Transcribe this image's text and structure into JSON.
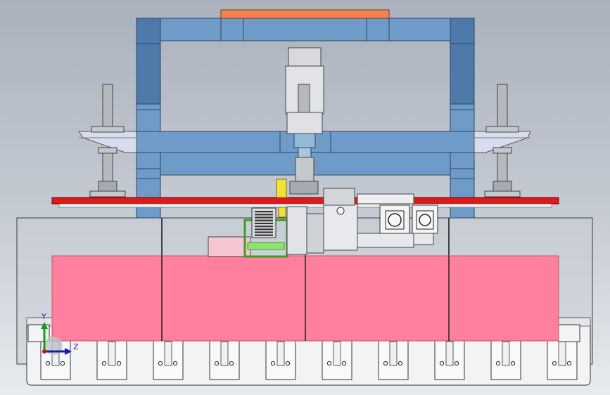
{
  "viewport": {
    "background_top": "#a9b1bd",
    "background_bottom": "#e8ebee"
  },
  "colors": {
    "frame_blue": "#6f9bc8",
    "frame_blue_dark": "#4d7aa8",
    "top_plate_orange": "#f4824f",
    "base_plate_red": "#e01818",
    "pink_block": "#ff809c",
    "light_pink": "#f7c6d3",
    "green_bracket": "#8fe26e",
    "yellow_part": "#f1e13a",
    "bracket_lavender": "#d8dcef",
    "steel_gray": "#b5b8bd"
  },
  "triad": {
    "y_label": "Y",
    "z_label": "Z"
  },
  "components": [
    "top-plate-orange",
    "frame-top-beam",
    "frame-left-column",
    "frame-right-column",
    "lift-cylinder",
    "guide-post-left",
    "guide-post-right",
    "mid-crossbeam",
    "base-plate-red",
    "rack-gear",
    "servo-motor",
    "pink-block",
    "clamp-row"
  ]
}
